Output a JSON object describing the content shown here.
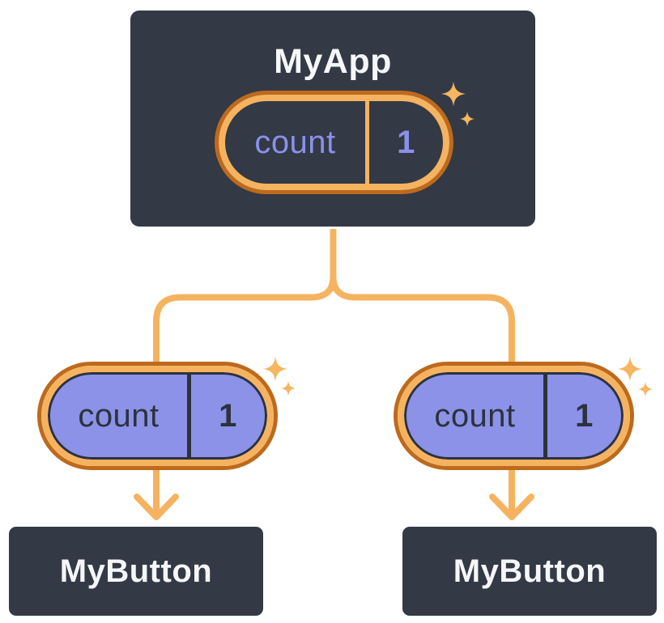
{
  "app": {
    "title": "MyApp",
    "state": {
      "name": "count",
      "value": "1"
    }
  },
  "buttons": [
    {
      "title": "MyButton",
      "state": {
        "name": "count",
        "value": "1"
      }
    },
    {
      "title": "MyButton",
      "state": {
        "name": "count",
        "value": "1"
      }
    }
  ],
  "icons": {
    "sparkle": "sparkle-icon"
  },
  "colors": {
    "card_background": "#333945",
    "card_border": "#ffffff",
    "card_text": "#f5f6f8",
    "pill_outer_ring": "#bd6a1d",
    "pill_inner_ring": "#f5b360",
    "pill_fill_lavender": "#8b92e8",
    "state_text_dark": "#2d313c",
    "state_text_lavender": "#8a91ea",
    "connector": "#f5b360"
  }
}
